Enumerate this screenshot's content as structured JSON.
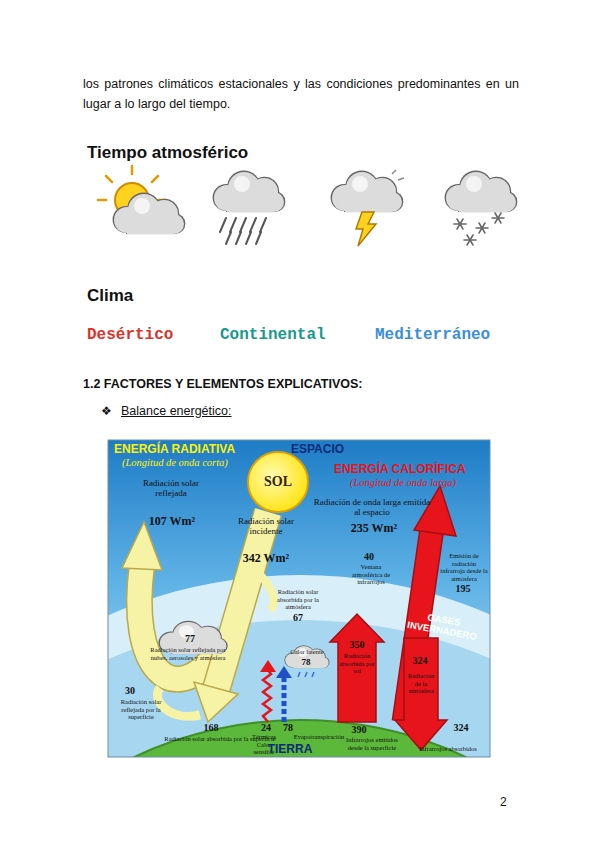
{
  "diagram": {
    "nodes": [
      {
        "text": [
          "SOL"
        ]
      }
    ],
    "labels": [
      "los patrones climáticos estacionales y las condiciones predominantes en un lugar a lo largo del tiempo.",
      "Tiempo atmosférico",
      "Clima",
      "Desértico",
      "Continental",
      "Mediterráneo",
      "1.2 FACTORES Y ELEMENTOS EXPLICATIVOS:",
      "❖",
      "Balance energético:",
      "ENERGÍA RADIATIVA",
      "(Longitud de onda corta)",
      "ESPACIO",
      "ENERGÍA CALORÍFICA",
      "(Longitud de onda larga)",
      "Radiación solar reflejada",
      "107 Wm²",
      "Radiación solar incidente",
      "342 Wm²",
      "Radiación de onda larga emitida al espacio",
      "235 Wm²",
      "40",
      "Ventana atmosférica de infrarrojos",
      "Emisión de radiación infrarroja desde la atmósfera",
      "195",
      "Radiación solar absorbida por la atmósfera",
      "67",
      "GASES INVERNADERO",
      "77",
      "Radiación solar reflejada por nubes, aerosoles y atmósfera",
      "Calor latente",
      "78",
      "350",
      "Radiación absorbida por sol",
      "324",
      "Radiación de la atmósfera",
      "30",
      "Radiación solar reflejada por la superficie",
      "24",
      "Térmicas Calor sensible",
      "78",
      "Evapotranspiración",
      "390",
      "Infrarrojos emitidos desde la superficie",
      "168",
      "Radiación solar absorbida por la superficie",
      "TIERRA",
      "324",
      "Infrarrojos absorbidos",
      "2"
    ]
  }
}
